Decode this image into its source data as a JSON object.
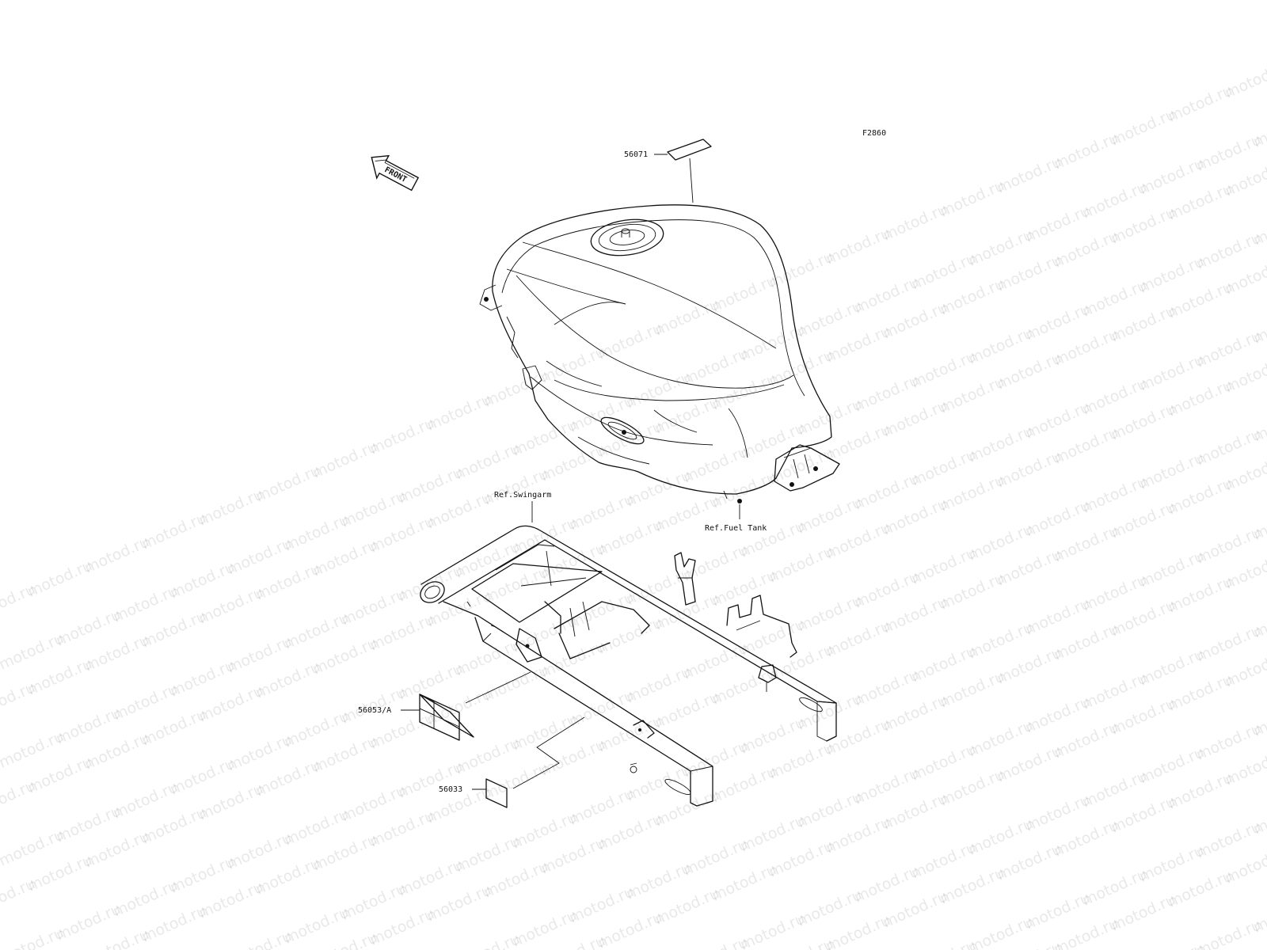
{
  "diagram": {
    "figure_code": "F2860",
    "front_label": "FRONT",
    "watermark": "motod.ru",
    "parts": [
      {
        "part_no": "56071"
      },
      {
        "part_no": "56053/A"
      },
      {
        "part_no": "56033"
      }
    ],
    "references": {
      "swingarm": "Ref.Swingarm",
      "fuel_tank": "Ref.Fuel Tank"
    }
  }
}
